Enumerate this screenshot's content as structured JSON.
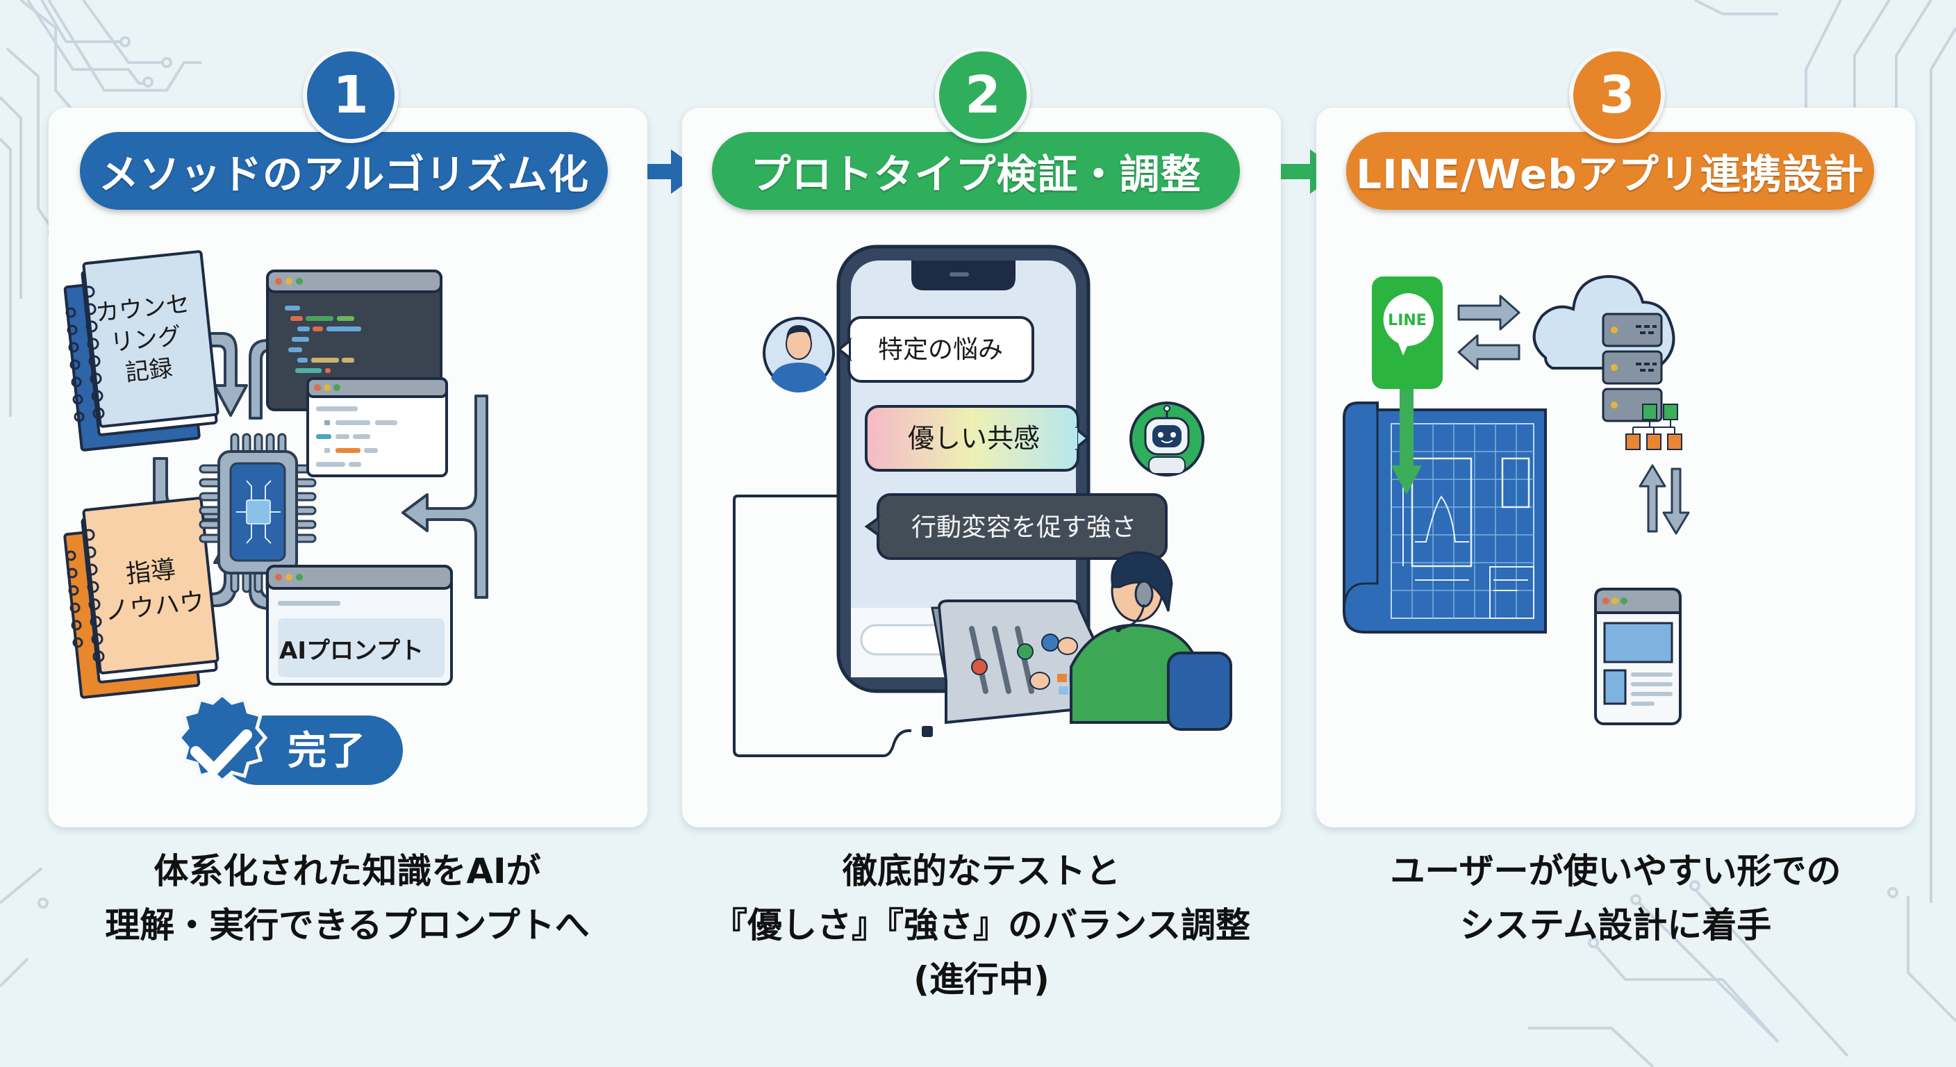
{
  "colors": {
    "step1": "#2468ad",
    "step2": "#2fae5c",
    "step3": "#e7852a",
    "background": "#eaf3f6",
    "card": "#fbfcfc"
  },
  "steps": [
    {
      "number": "1",
      "title": "メソッドのアルゴリズム化",
      "caption_lines": [
        "体系化された知識をAIが",
        "理解・実行できるプロンプトへ"
      ],
      "illustration": {
        "notebook_top": [
          "カウンセ",
          "リング",
          "記録"
        ],
        "notebook_bottom": [
          "指導",
          "ノウハウ"
        ],
        "prompt_window_label": "AIプロンプト",
        "status_badge": "完了",
        "icons": [
          "notebook-icon",
          "chip-icon",
          "code-window-icon",
          "document-window-icon",
          "prompt-window-icon",
          "check-badge-icon"
        ]
      }
    },
    {
      "number": "2",
      "title": "プロトタイプ検証・調整",
      "caption_lines": [
        "徹底的なテストと",
        "『優しさ』『強さ』のバランス調整",
        "(進行中)"
      ],
      "illustration": {
        "bubbles": [
          "特定の悩み",
          "優しい共感",
          "行動変容を促す強さ"
        ],
        "icons": [
          "smartphone-icon",
          "user-avatar-icon",
          "robot-avatar-icon",
          "send-icon",
          "mixer-console-icon",
          "operator-icon"
        ]
      }
    },
    {
      "number": "3",
      "title": "LINE/Webアプリ連携設計",
      "caption_lines": [
        "ユーザーが使いやすい形での",
        "システム設計に着手"
      ],
      "illustration": {
        "line_logo_text": "LINE",
        "icons": [
          "line-app-icon",
          "cloud-server-icon",
          "blueprint-icon",
          "web-window-icon",
          "sync-arrows-icon",
          "hierarchy-icon"
        ]
      }
    }
  ]
}
